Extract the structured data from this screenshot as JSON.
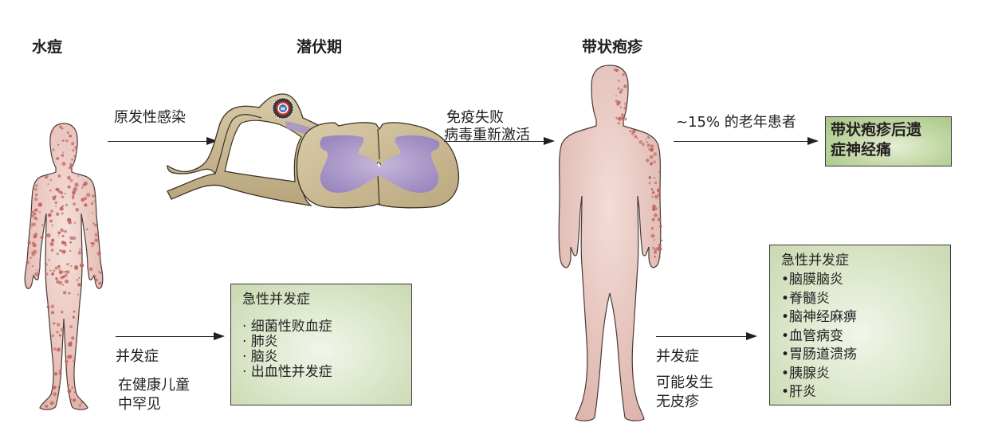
{
  "stages": {
    "varicella": {
      "title": "水痘"
    },
    "latency": {
      "title": "潜伏期"
    },
    "zoster": {
      "title": "带状疱疹"
    }
  },
  "transitions": {
    "primary_infection": "原发性感染",
    "reactivation": [
      "免疫失败",
      "病毒重新激活"
    ],
    "phn_rate": "~15% 的老年患者"
  },
  "outcomes": {
    "phn": {
      "lines": [
        "带状疱疹后遗",
        "症神经痛"
      ]
    },
    "varicella_complications": {
      "arrow_label": "并发症",
      "note": [
        "在健康儿童",
        "中罕见"
      ],
      "box_title": "急性并发症",
      "bullet": "·",
      "items": [
        "细菌性败血症",
        "肺炎",
        "脑炎",
        "出血性并发症"
      ]
    },
    "zoster_complications": {
      "arrow_label": "并发症",
      "note": [
        "可能发生",
        "无皮疹"
      ],
      "box_title": "急性并发症",
      "bullet": "•",
      "items": [
        "脑膜脑炎",
        "脊髓炎",
        "脑神经麻痹",
        "血管病变",
        "胃肠道溃疡",
        "胰腺炎",
        "肝炎"
      ]
    }
  },
  "illustrations": {
    "child": "child-with-varicella-rash",
    "spinal_cord": "dorsal-root-ganglion-and-spinal-cord",
    "virus": "varicella-zoster-virus",
    "adult": "adult-with-dermatomal-zoster-rash"
  },
  "colors": {
    "skin": "#ecc9c2",
    "rash": "#c0645e",
    "nerve": "#c4b38e",
    "grey_matter": "#a08fc2",
    "box_light": "#dfe9cf",
    "box_dark": "#bed5a0",
    "virus_capsid": "#e2332a",
    "virus_core": "#3a6fb6"
  }
}
